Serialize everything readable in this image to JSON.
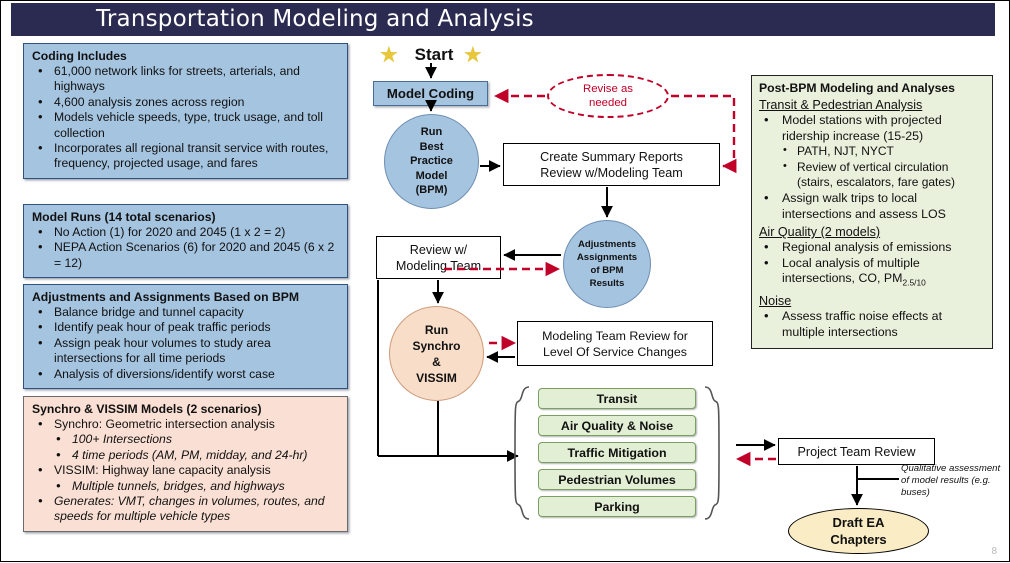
{
  "header": {
    "title": "Transportation Modeling and Analysis"
  },
  "page": {
    "number": "8"
  },
  "left_boxes": [
    {
      "id": "coding",
      "title": "Coding Includes",
      "items": [
        {
          "text": "61,000 network links for streets, arterials, and highways",
          "level": 1
        },
        {
          "text": "4,600 analysis zones across region",
          "level": 1
        },
        {
          "text": "Models vehicle speeds, type, truck usage, and toll collection",
          "level": 1
        },
        {
          "text": "Incorporates all regional transit service with routes, frequency, projected usage, and fares",
          "level": 1
        }
      ]
    },
    {
      "id": "model-runs",
      "title": "Model Runs (14 total scenarios)",
      "items": [
        {
          "text": "No Action (1) for 2020 and 2045 (1 x 2 = 2)",
          "level": 1
        },
        {
          "text": "NEPA Action Scenarios (6) for 2020 and 2045 (6 x 2 = 12)",
          "level": 1
        }
      ]
    },
    {
      "id": "adjustments",
      "title": "Adjustments and Assignments Based on BPM",
      "items": [
        {
          "text": "Balance bridge and tunnel capacity",
          "level": 1
        },
        {
          "text": "Identify peak hour of peak traffic periods",
          "level": 1
        },
        {
          "text": "Assign peak hour volumes to study area intersections for all time periods",
          "level": 1
        },
        {
          "text": "Analysis of diversions/identify worst case",
          "level": 1
        }
      ]
    },
    {
      "id": "synchro-vissim",
      "title": "Synchro & VISSIM Models (2 scenarios)",
      "items": [
        {
          "text": "Synchro: Geometric intersection analysis",
          "level": 1
        },
        {
          "text": "100+ Intersections",
          "level": 2
        },
        {
          "text": "4 time periods (AM, PM, midday, and 24-hr)",
          "level": 2
        },
        {
          "text": "VISSIM: Highway lane capacity analysis",
          "level": 1
        },
        {
          "text": "Multiple tunnels, bridges, and highways",
          "level": 2
        },
        {
          "text": "Generates: VMT, changes in volumes, routes, and speeds for multiple vehicle types",
          "level": 1,
          "italic": true
        }
      ]
    }
  ],
  "post_bpm": {
    "title": "Post-BPM Modeling and Analyses",
    "sections": [
      {
        "heading": "Transit & Pedestrian Analysis",
        "items": [
          {
            "text": "Model stations with projected ridership increase (15-25)",
            "level": 1
          },
          {
            "text": "PATH, NJT, NYCT",
            "level": 2
          },
          {
            "text": "Review of vertical circulation (stairs, escalators, fare gates)",
            "level": 2
          },
          {
            "text": "Assign walk trips to local intersections and assess LOS",
            "level": 1
          }
        ]
      },
      {
        "heading": "Air Quality (2 models)",
        "items": [
          {
            "text": "Regional analysis of emissions",
            "level": 1
          },
          {
            "text": "Local analysis of multiple intersections, CO, PM",
            "level": 1,
            "subscript": "2.5/10"
          }
        ]
      },
      {
        "heading": "Noise",
        "items": [
          {
            "text": "Assess traffic noise effects at multiple intersections",
            "level": 1
          }
        ]
      }
    ]
  },
  "flow": {
    "start_label": "Start",
    "model_coding": "Model Coding",
    "bpm": {
      "l1": "Run",
      "l2": "Best",
      "l3": "Practice",
      "l4": "Model",
      "l5": "(BPM)"
    },
    "summary": {
      "l1": "Create Summary Reports",
      "l2": "Review w/Modeling Team"
    },
    "revise": {
      "l1": "Revise as",
      "l2": "needed"
    },
    "adjustments_circle": {
      "l1": "Adjustments",
      "l2": "Assignments",
      "l3": "of BPM",
      "l4": "Results"
    },
    "review_team": {
      "l1": "Review w/",
      "l2": "Modeling Team"
    },
    "synchro_circle": {
      "l1": "Run",
      "l2": "Synchro",
      "l3": "&",
      "l4": "VISSIM"
    },
    "mt_review": {
      "l1": "Modeling Team Review for",
      "l2": "Level Of Service Changes"
    },
    "project_team_review": "Project Team Review",
    "draft_ea": {
      "l1": "Draft EA",
      "l2": "Chapters"
    },
    "qualitative_note": "Qualitative assessment of model results (e.g. buses)",
    "topics": [
      "Transit",
      "Air Quality & Noise",
      "Traffic Mitigation",
      "Pedestrian Volumes",
      "Parking"
    ]
  },
  "colors": {
    "title_bar": "#2b2a51",
    "box_blue": "#a5c4e0",
    "box_peach": "#fae0d4",
    "box_green": "#e9f0dc",
    "pill_green": "#e2efd4",
    "ellipse_yellow": "#faecc4",
    "dashed_red": "#c00028",
    "star_gold": "#e8c73b"
  }
}
